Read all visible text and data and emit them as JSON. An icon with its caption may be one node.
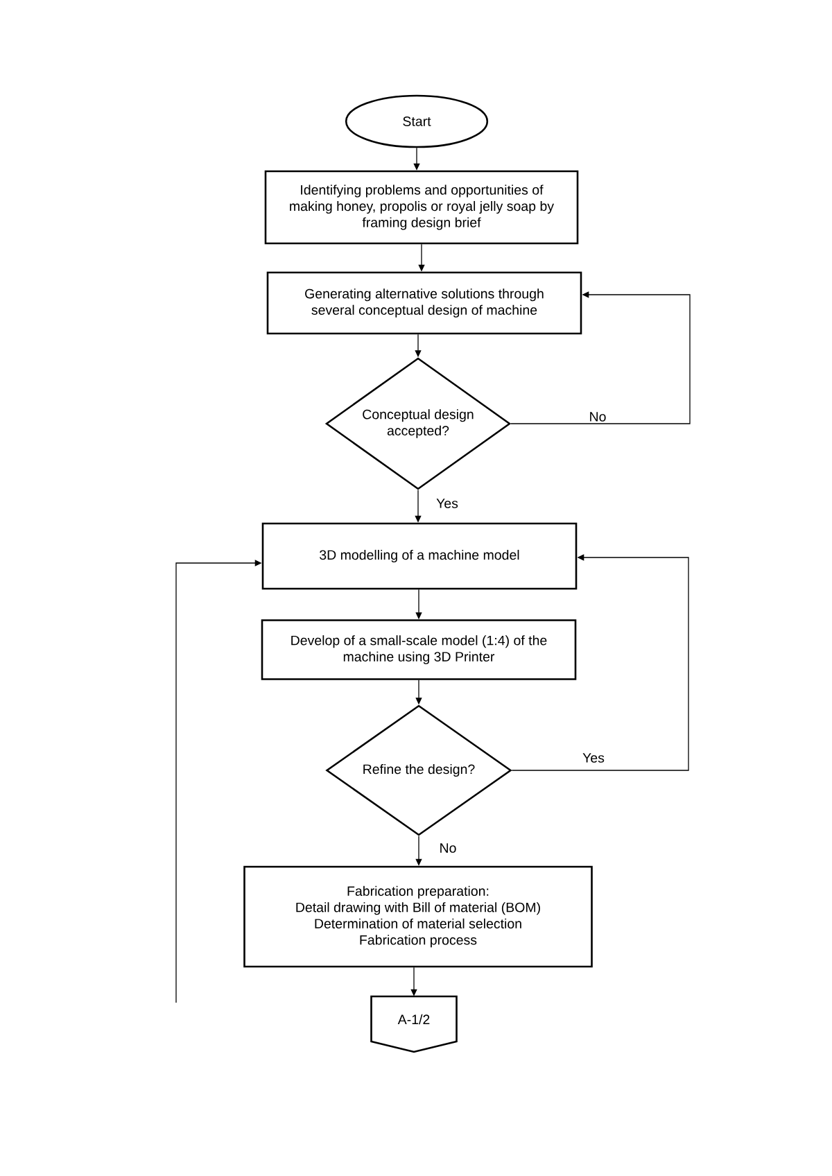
{
  "diagram": {
    "nodes": [
      {
        "text": [
          "Start"
        ]
      },
      {
        "text": [
          "Identifying problems and opportunities of making honey, propolis or royal jelly soap by framing design brief"
        ]
      },
      {
        "text": [
          "Generating alternative solutions through several conceptual design of machine"
        ]
      },
      {
        "text": [
          "Conceptual design accepted?"
        ]
      },
      {
        "text": [
          "3D modelling of a machine model"
        ]
      },
      {
        "text": [
          "Develop of a small-scale model (1:4) of the machine using 3D Printer"
        ]
      },
      {
        "text": [
          "Refine the design?"
        ]
      },
      {
        "text": [
          "Fabrication preparation:",
          "Detail drawing with Bill of material (BOM)",
          "Determination of material selection",
          "Fabrication process"
        ]
      },
      {
        "text": [
          "A-1/2"
        ]
      }
    ],
    "edges": [
      {
        "from": 0,
        "to": 1,
        "arrow": "to"
      },
      {
        "from": 1,
        "to": 2,
        "arrow": "to"
      },
      {
        "from": 2,
        "to": 3,
        "arrow": "to"
      },
      {
        "from": 3,
        "to": 2,
        "arrow": "to",
        "label": "No"
      },
      {
        "from": 3,
        "to": 4,
        "arrow": "to",
        "label": "Yes"
      },
      {
        "from": 4,
        "to": 5,
        "arrow": "to"
      },
      {
        "from": 5,
        "to": 6,
        "arrow": "to"
      },
      {
        "from": 6,
        "to": 4,
        "arrow": "to",
        "label": "Yes"
      },
      {
        "from": 6,
        "to": 7,
        "arrow": "to",
        "label": "No"
      },
      {
        "from": 7,
        "to": 8,
        "arrow": "to"
      },
      {
        "from": null,
        "to": 4,
        "arrow": "to"
      }
    ]
  }
}
